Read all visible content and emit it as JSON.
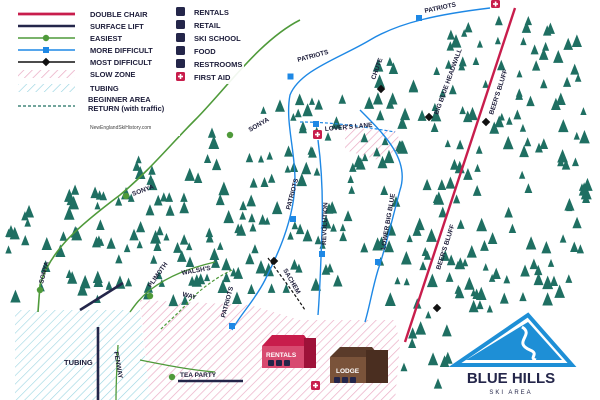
{
  "legend": {
    "items": [
      {
        "key": "double-chair",
        "label": "DOUBLE CHAIR"
      },
      {
        "key": "surface-lift",
        "label": "SURFACE LIFT"
      },
      {
        "key": "easiest",
        "label": "EASIEST"
      },
      {
        "key": "more-difficult",
        "label": "MORE DIFFICULT"
      },
      {
        "key": "most-difficult",
        "label": "MOST DIFFICULT"
      },
      {
        "key": "slow-zone",
        "label": "SLOW ZONE"
      },
      {
        "key": "tubing",
        "label": "TUBING"
      },
      {
        "key": "beginner-return",
        "label": "BEGINNER AREA RETURN (with traffic)"
      }
    ],
    "services": [
      {
        "icon": "rentals-icon",
        "label": "RENTALS"
      },
      {
        "icon": "retail-icon",
        "label": "RETAIL"
      },
      {
        "icon": "ski-school-icon",
        "label": "SKI SCHOOL"
      },
      {
        "icon": "food-icon",
        "label": "FOOD"
      },
      {
        "icon": "restrooms-icon",
        "label": "RESTROOMS"
      },
      {
        "icon": "first-aid-icon",
        "label": "FIRST AID"
      }
    ],
    "credit": "NewEnglandSkiHistory.com"
  },
  "trails": {
    "patriots": "PATRIOTS",
    "sonya": "SONYA",
    "lovers_lane": "LOVER'S LANE",
    "chute": "CHUTE",
    "big_blue_headwall": "BIG BLUE HEADWALL",
    "beers_bluff": "BEER'S BLUFF",
    "revolution": "REVOLUTION",
    "lower_big_blue": "LOWER BIG BLUE",
    "sachem": "SACHEM",
    "walshs": "WALSH'S",
    "plimoth": "PLIMOTH",
    "way": "WAY",
    "fenway": "FENWAY",
    "tea_party": "TEA PARTY",
    "tubing": "TUBING"
  },
  "buildings": {
    "rentals": "RENTALS",
    "lodge": "LODGE"
  },
  "logo": {
    "name": "BLUE HILLS",
    "sub": "SKI AREA"
  },
  "colors": {
    "tree": "#1f6f62",
    "lift_double": "#c81d4c",
    "lift_surface": "#24264a",
    "easiest": "#4f9a3a",
    "more_difficult": "#1e88e5",
    "most_difficult": "#111111",
    "slow_zone": "#e8a5bf",
    "tubing": "#79c7d8",
    "building_red": "#c81d4c",
    "building_brown": "#5a3b2a",
    "logo_blue": "#1e8fd6",
    "logo_navy": "#24264a"
  }
}
